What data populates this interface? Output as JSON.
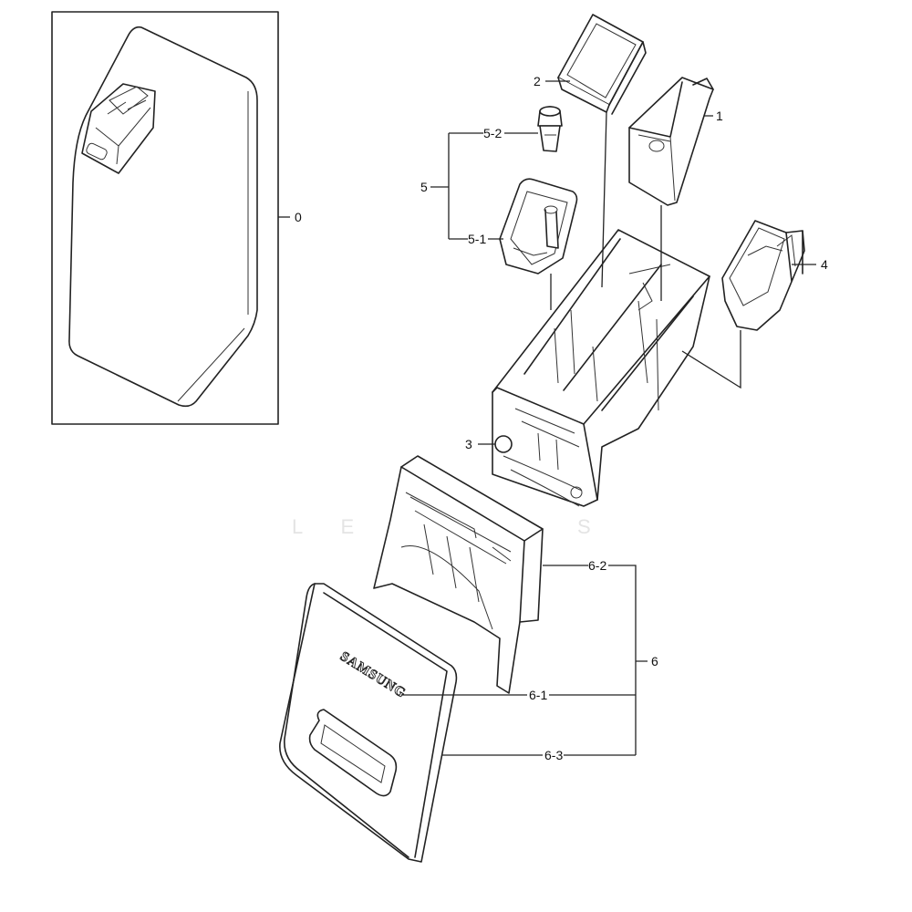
{
  "labels": {
    "p0": "0",
    "p1": "1",
    "p2": "2",
    "p3": "3",
    "p4": "4",
    "p5": "5",
    "p5_1": "5-1",
    "p5_2": "5-2",
    "p6": "6",
    "p6_1": "6-1",
    "p6_2": "6-2",
    "p6_3": "6-3"
  },
  "brand_text": "SAMSUNG"
}
